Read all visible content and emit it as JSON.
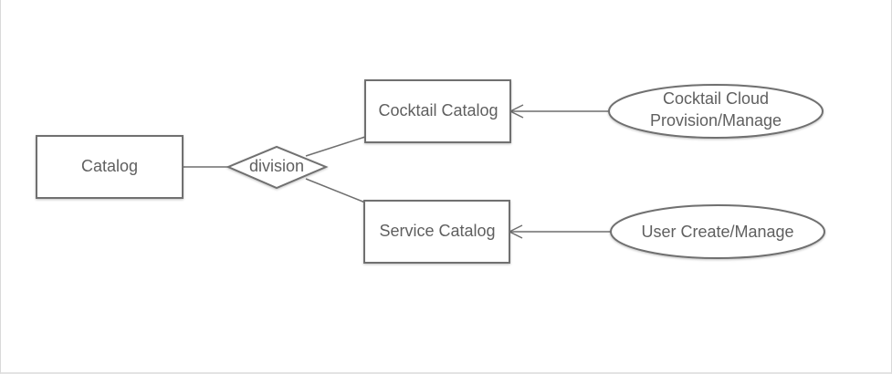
{
  "diagram": {
    "type": "entity-relationship",
    "nodes": {
      "catalog": {
        "label": "Catalog",
        "shape": "entity"
      },
      "division": {
        "label": "division",
        "shape": "relationship"
      },
      "cocktail_catalog": {
        "label": "Cocktail Catalog",
        "shape": "entity"
      },
      "service_catalog": {
        "label": "Service Catalog",
        "shape": "entity"
      },
      "cocktail_cloud": {
        "label_line1": "Cocktail Cloud",
        "label_line2": "Provision/Manage",
        "shape": "attribute"
      },
      "user_create": {
        "label": "User Create/Manage",
        "shape": "attribute"
      }
    },
    "edges": [
      {
        "from": "catalog",
        "to": "division",
        "arrow": "none"
      },
      {
        "from": "division",
        "to": "cocktail_catalog",
        "arrow": "none"
      },
      {
        "from": "division",
        "to": "service_catalog",
        "arrow": "none"
      },
      {
        "from": "cocktail_cloud",
        "to": "cocktail_catalog",
        "arrow": "open"
      },
      {
        "from": "user_create",
        "to": "service_catalog",
        "arrow": "open"
      }
    ],
    "colors": {
      "stroke": "#6f6f6f",
      "text": "#5f5f5f",
      "background": "#ffffff"
    }
  }
}
